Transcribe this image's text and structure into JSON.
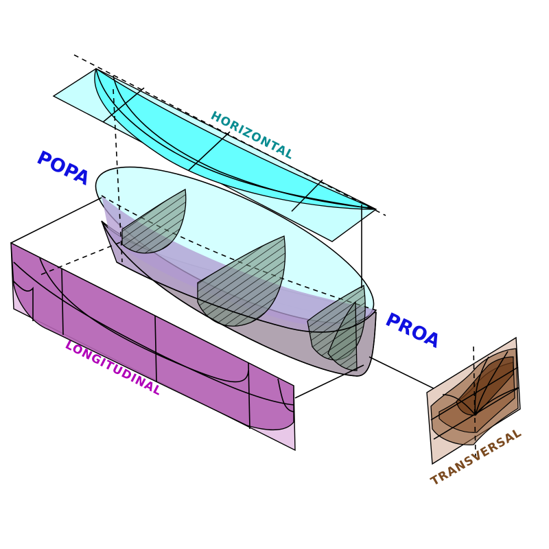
{
  "labels": {
    "stern": "POPA",
    "bow": "PROA",
    "horizontal": "HORIZONTAL",
    "longitudinal": "LONGITUDINAL",
    "transversal": "TRANSVERSAL"
  },
  "colors": {
    "stern_bow": "#1010e0",
    "horizontal": "#0a8c91",
    "longitudinal": "#b000b8",
    "transversal": "#7a4a20",
    "horizontal_fill": "#66ffff",
    "horizontal_plane": "#c8ffff",
    "longitudinal_fill": "#b565b5",
    "longitudinal_plane": "#e8c8e8",
    "transversal_fill": "#8a5530",
    "transversal_plane": "#e6d0c4",
    "hull_deck": "#ccffff",
    "hull_side": "#b4a0c8",
    "hull_bottom": "#a89aa8"
  }
}
